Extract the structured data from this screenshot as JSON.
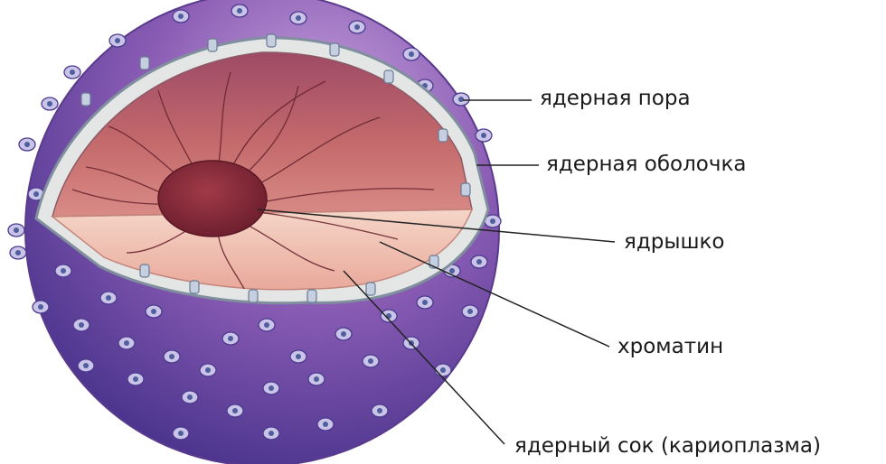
{
  "labels": {
    "pore": "ядерная пора",
    "envelope": "ядерная оболочка",
    "nucleolus": "ядрышко",
    "chromatin": "хроматин",
    "sap": "ядерный сок (кариоплазма)"
  },
  "colors": {
    "sphere_outer": "#7a4fa6",
    "sphere_dark": "#3e2c86",
    "sphere_light": "#b88fd0",
    "pore_fill": "#c9bfe6",
    "pore_center": "#5a6fa8",
    "membrane_fill": "#e4e6e6",
    "membrane_stroke": "#8a9aa8",
    "interior_top": "#b85a62",
    "interior_bottom": "#f0c8bd",
    "nucleolus": "#8e2d3c",
    "leader": "#222222"
  }
}
